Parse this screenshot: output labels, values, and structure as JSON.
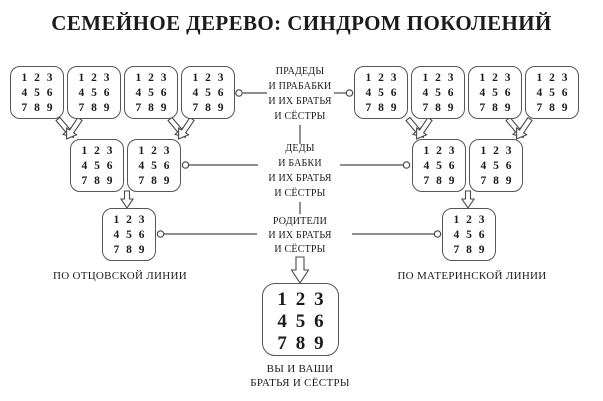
{
  "title": "СЕМЕЙНОЕ ДЕРЕВО: СИНДРОМ ПОКОЛЕНИЙ",
  "grid_numbers": [
    "1",
    "2",
    "3",
    "4",
    "5",
    "6",
    "7",
    "8",
    "9"
  ],
  "labels": {
    "great_grandparents": [
      "ПРАДЕДЫ",
      "И ПРАБАБКИ",
      "И ИХ БРАТЬЯ",
      "И СЁСТРЫ"
    ],
    "grandparents": [
      "ДЕДЫ",
      "И БАБКИ",
      "И ИХ БРАТЬЯ",
      "И СЁСТРЫ"
    ],
    "parents": [
      "РОДИТЕЛИ",
      "И ИХ БРАТЬЯ",
      "И СЁСТРЫ"
    ],
    "paternal_line": "ПО ОТЦОВСКОЙ ЛИНИИ",
    "maternal_line": "ПО МАТЕРИНСКОЙ ЛИНИИ",
    "you": [
      "ВЫ И ВАШИ",
      "БРАТЬЯ И СЁСТРЫ"
    ]
  },
  "colors": {
    "ink": "#1b1b1b",
    "line": "#4a4a4a",
    "background": "#ffffff"
  }
}
